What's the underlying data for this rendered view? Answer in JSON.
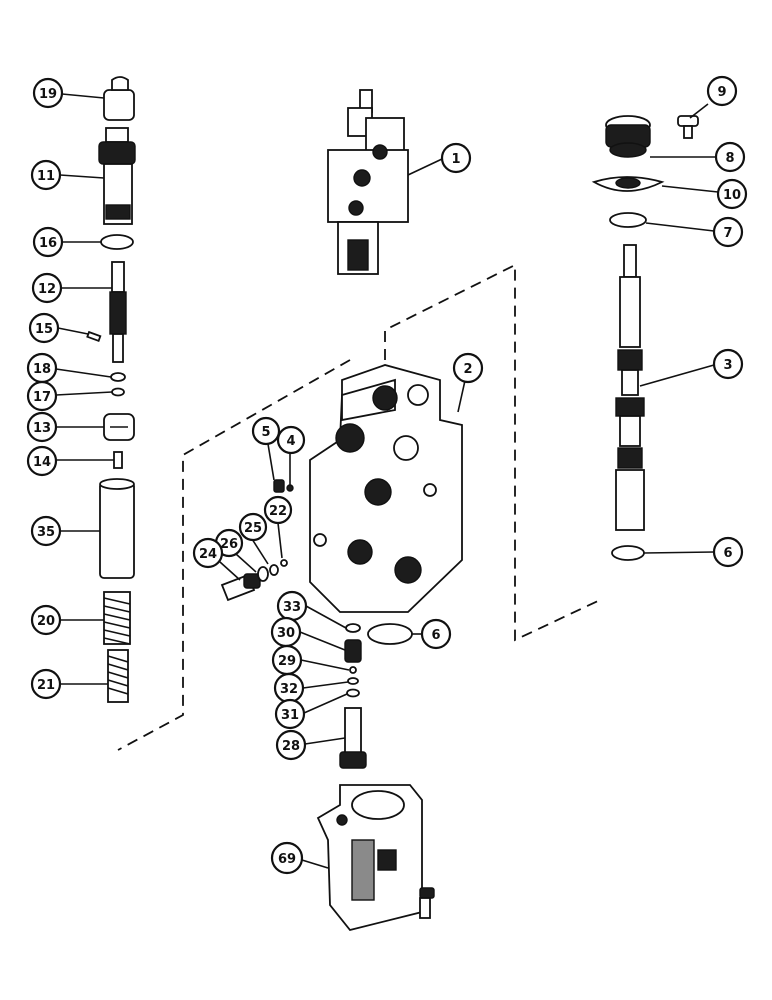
{
  "diagram": {
    "callouts": [
      {
        "id": "19",
        "label": "19"
      },
      {
        "id": "11",
        "label": "11"
      },
      {
        "id": "16",
        "label": "16"
      },
      {
        "id": "12",
        "label": "12"
      },
      {
        "id": "15",
        "label": "15"
      },
      {
        "id": "18",
        "label": "18"
      },
      {
        "id": "17",
        "label": "17"
      },
      {
        "id": "13",
        "label": "13"
      },
      {
        "id": "14",
        "label": "14"
      },
      {
        "id": "35",
        "label": "35"
      },
      {
        "id": "20",
        "label": "20"
      },
      {
        "id": "21",
        "label": "21"
      },
      {
        "id": "1",
        "label": "1"
      },
      {
        "id": "2",
        "label": "2"
      },
      {
        "id": "5",
        "label": "5"
      },
      {
        "id": "4",
        "label": "4"
      },
      {
        "id": "26",
        "label": "26"
      },
      {
        "id": "25",
        "label": "25"
      },
      {
        "id": "22",
        "label": "22"
      },
      {
        "id": "24",
        "label": "24"
      },
      {
        "id": "33",
        "label": "33"
      },
      {
        "id": "30",
        "label": "30"
      },
      {
        "id": "29",
        "label": "29"
      },
      {
        "id": "32",
        "label": "32"
      },
      {
        "id": "31",
        "label": "31"
      },
      {
        "id": "28",
        "label": "28"
      },
      {
        "id": "6a",
        "label": "6"
      },
      {
        "id": "9",
        "label": "9"
      },
      {
        "id": "8",
        "label": "8"
      },
      {
        "id": "10",
        "label": "10"
      },
      {
        "id": "7",
        "label": "7"
      },
      {
        "id": "3",
        "label": "3"
      },
      {
        "id": "6b",
        "label": "6"
      },
      {
        "id": "bottom",
        "label": "69"
      }
    ]
  }
}
